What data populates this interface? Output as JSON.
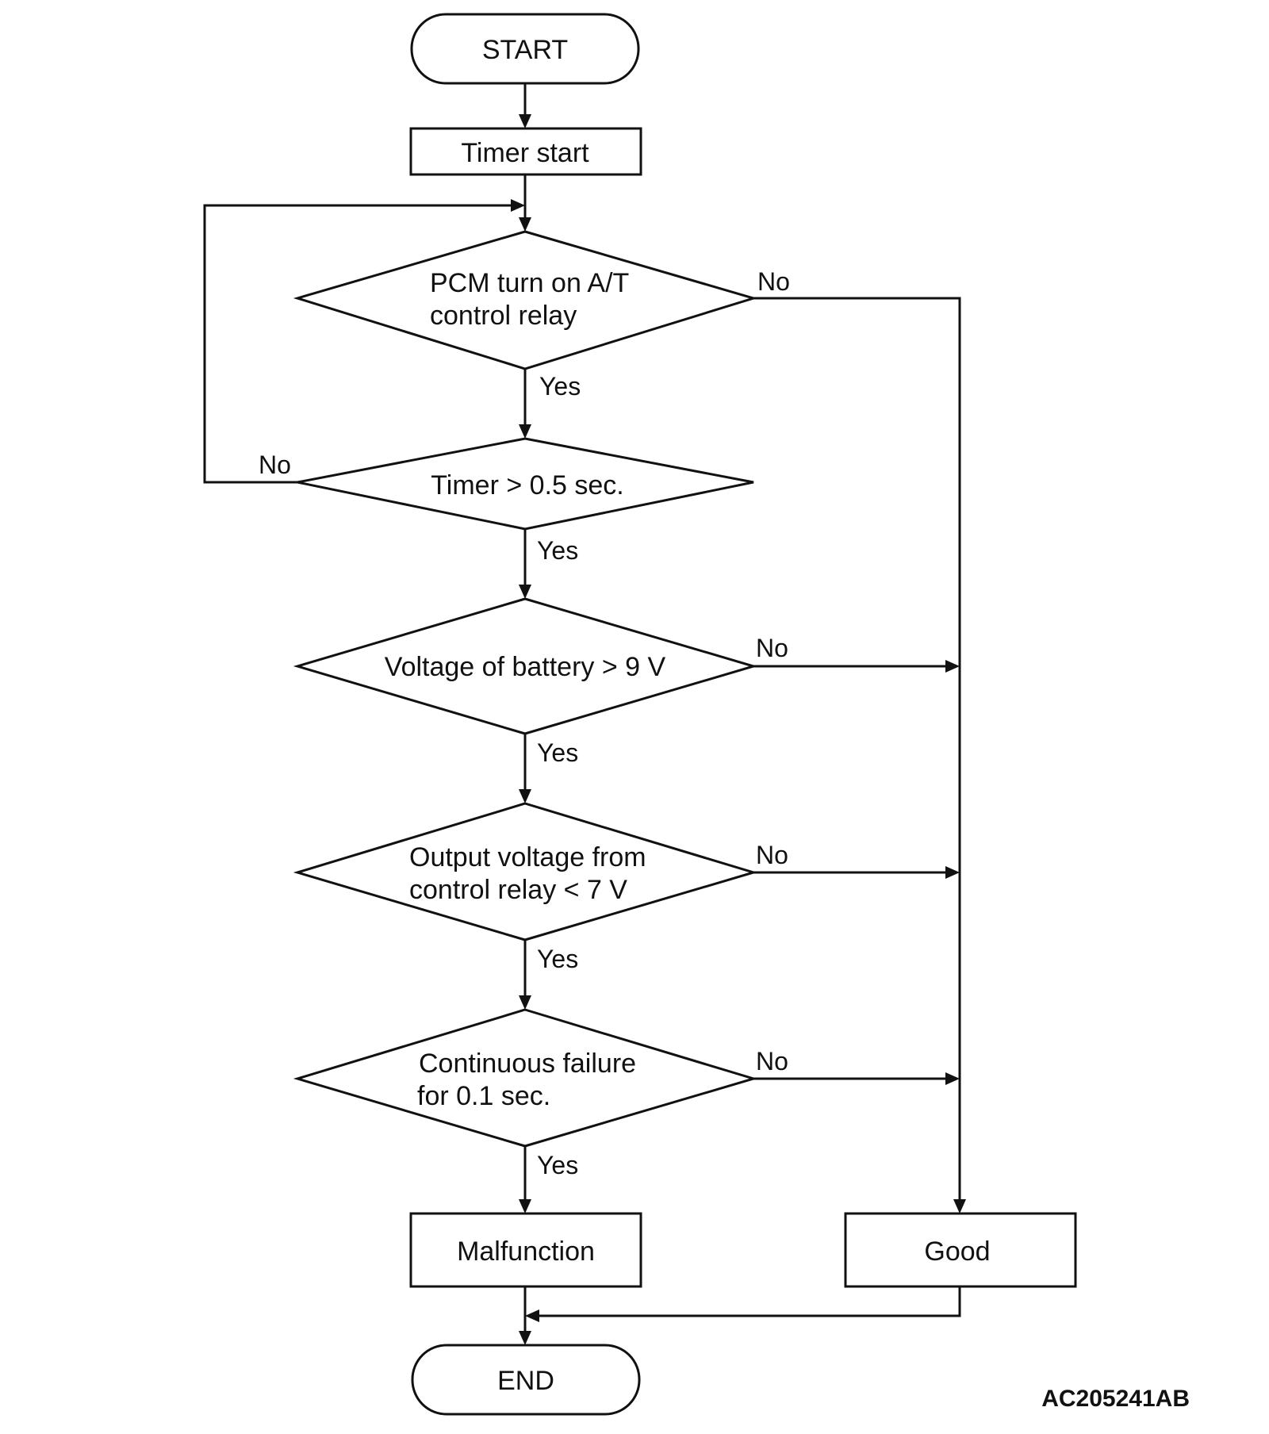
{
  "diagram": {
    "nodes": {
      "start": {
        "label": "START"
      },
      "timer_start": {
        "label": "Timer start"
      },
      "pcm_check": {
        "line1": "PCM turn on A/T",
        "line2": "control relay"
      },
      "timer_check": {
        "label": "Timer > 0.5 sec."
      },
      "battery_check": {
        "label": "Voltage of battery > 9 V"
      },
      "output_check": {
        "line1": "Output voltage from",
        "line2": "control relay < 7 V"
      },
      "failure_check": {
        "line1": "Continuous failure",
        "line2": "for 0.1 sec."
      },
      "malfunction": {
        "label": "Malfunction"
      },
      "good": {
        "label": "Good"
      },
      "end": {
        "label": "END"
      }
    },
    "edge_labels": {
      "pcm_no": "No",
      "pcm_yes": "Yes",
      "timer_no": "No",
      "timer_yes": "Yes",
      "battery_no": "No",
      "battery_yes": "Yes",
      "output_no": "No",
      "output_yes": "Yes",
      "failure_no": "No",
      "failure_yes": "Yes"
    },
    "figure_code": "AC205241AB"
  }
}
